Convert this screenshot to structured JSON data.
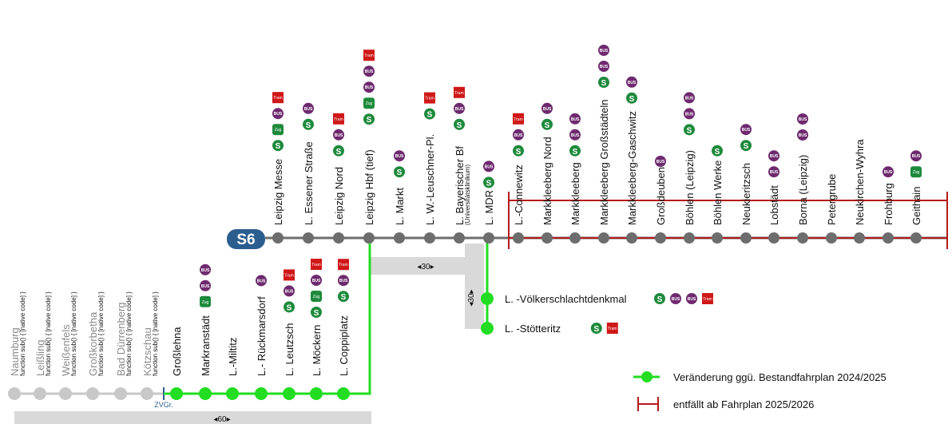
{
  "line": {
    "name": "S6",
    "colors": {
      "line_blue": "#2b5d8f",
      "grey_track": "#6d6d6d",
      "new_green": "#22dd22",
      "removed_red": "#b51a1a",
      "faded": "#c8c8c8",
      "interval_bar": "#d9d9d9"
    }
  },
  "stations_west_faded": [
    "Naumburg",
    "Leißling",
    "Weißenfels",
    "Großkorbetha",
    "Bad Dürrenberg",
    "Kötzschau"
  ],
  "zv_label": "ZVGr.",
  "stations_west_active": [
    {
      "name": "Großlehna",
      "badges": []
    },
    {
      "name": "Markranstädt",
      "badges": [
        "zug",
        "bus",
        "bus"
      ]
    },
    {
      "name": "L.-Miltitz",
      "badges": []
    },
    {
      "name": "L.- Rückmarsdorf",
      "badges": [
        "bus"
      ]
    },
    {
      "name": "L. Leutzsch",
      "badges": [
        "s",
        "bus",
        "tram"
      ]
    },
    {
      "name": "L. Möckern",
      "badges": [
        "s",
        "zug",
        "bus",
        "tram"
      ]
    },
    {
      "name": "L. Coppiplatz",
      "badges": [
        "s",
        "bus",
        "tram"
      ]
    }
  ],
  "stations_core": [
    {
      "name": "Leipzig Messe",
      "badges": [
        "s",
        "zug",
        "bus",
        "tram"
      ]
    },
    {
      "name": "L. Essener Straße",
      "badges": [
        "s",
        "bus"
      ]
    },
    {
      "name": "Leipzig Nord",
      "badges": [
        "s",
        "bus",
        "tram"
      ]
    },
    {
      "name": "Leipzig Hbf (tief)",
      "badges": [
        "s",
        "zug",
        "bus",
        "bus",
        "tram"
      ]
    },
    {
      "name": "L. Markt",
      "badges": [
        "s",
        "bus"
      ]
    },
    {
      "name": "L. W.-Leuschner-Pl.",
      "badges": [
        "s",
        "tram"
      ]
    },
    {
      "name": "L. Bayerischer Bf",
      "sub": "(Universitätsklinikum)",
      "badges": [
        "s",
        "bus",
        "tram"
      ]
    },
    {
      "name": "L. MDR",
      "badges": [
        "s",
        "bus"
      ]
    }
  ],
  "stations_removed": [
    {
      "name": "L.-Connewitz",
      "badges": [
        "s",
        "bus",
        "tram"
      ]
    },
    {
      "name": "Markkleeberg Nord",
      "badges": [
        "s",
        "bus"
      ]
    },
    {
      "name": "Markkleeberg",
      "badges": [
        "s",
        "bus",
        "bus"
      ]
    },
    {
      "name": "Markkleeberg Großstädteln",
      "badges": [
        "s",
        "bus",
        "bus"
      ]
    },
    {
      "name": "Markkleeberg-Gaschwitz",
      "badges": [
        "s",
        "bus"
      ]
    },
    {
      "name": "Großdeuben",
      "badges": [
        "bus"
      ]
    },
    {
      "name": "Böhlen (Leipzig)",
      "badges": [
        "s",
        "bus",
        "bus"
      ]
    },
    {
      "name": "Böhlen Werke",
      "badges": [
        "s"
      ]
    },
    {
      "name": "Neukieritzsch",
      "badges": [
        "s",
        "bus"
      ]
    },
    {
      "name": "Lobstädt",
      "badges": [
        "bus",
        "bus"
      ]
    },
    {
      "name": "Borna (Leipzig)",
      "badges": [
        "bus",
        "bus"
      ]
    },
    {
      "name": "Petergrube",
      "badges": []
    },
    {
      "name": "Neukirchen-Wyhra",
      "badges": []
    },
    {
      "name": "Frohburg",
      "badges": [
        "bus"
      ]
    },
    {
      "name": "Geithain",
      "badges": [
        "zug",
        "bus"
      ]
    }
  ],
  "stations_branch": [
    {
      "name": "L. -Völkerschlachtdenkmal",
      "badges": [
        "s",
        "bus",
        "bus",
        "tram"
      ]
    },
    {
      "name": "L. -Stötteritz",
      "badges": [
        "s",
        "tram"
      ]
    }
  ],
  "intervals": {
    "west": "60",
    "core": "30",
    "branch": "30"
  },
  "legend": {
    "new_label": "Veränderung ggü. Bestandfahrplan 2024/2025",
    "removed_label": "entfällt ab Fahrplan 2025/2026"
  }
}
